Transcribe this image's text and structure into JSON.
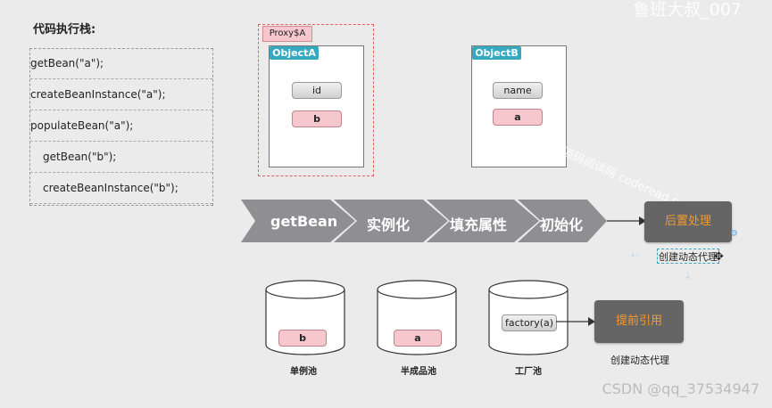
{
  "stack": {
    "title": "代码执行栈:",
    "items": [
      "getBean(\"a\");",
      "createBeanInstance(\"a\");",
      "populateBean(\"a\");",
      "getBean(\"b\");",
      "createBeanInstance(\"b\");"
    ]
  },
  "objectA": {
    "proxy_label": "Proxy$A",
    "title": "ObjectA",
    "field1": "id",
    "field2": "b"
  },
  "objectB": {
    "title": "ObjectB",
    "field1": "name",
    "field2": "a"
  },
  "flow": {
    "steps": [
      "getBean",
      "实例化",
      "填充属性",
      "初始化"
    ],
    "post_process": "后置处理",
    "create_proxy": "创建动态代理"
  },
  "pools": {
    "singleton": {
      "label": "单例池",
      "item": "b"
    },
    "half": {
      "label": "半成品池",
      "item": "a"
    },
    "factory": {
      "label": "工厂池",
      "item": "factory(a)"
    }
  },
  "early_ref": {
    "label": "提前引用",
    "sub": "创建动态代理"
  },
  "watermarks": {
    "top": "鲁班大叔_007",
    "diag": "源码阅读网 coderead.cn",
    "csdn": "CSDN @qq_37534947"
  },
  "colors": {
    "accent": "#35a9bf",
    "pink": "#f6c7cc",
    "dark_box": "#656565",
    "orange_text": "#f39a2e",
    "chevron": "#8f8f92"
  }
}
